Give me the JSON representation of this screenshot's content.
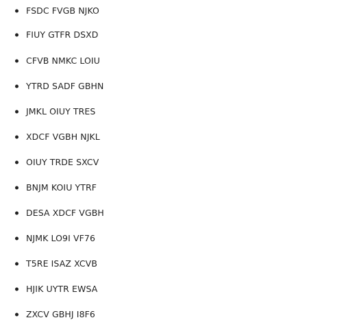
{
  "list": {
    "items": [
      {
        "label": "FSDC FVGB NJKO"
      },
      {
        "label": "FIUY GTFR DSXD"
      },
      {
        "label": "CFVB NMKC LOIU"
      },
      {
        "label": "YTRD SADF GBHN"
      },
      {
        "label": "JMKL OIUY TRES"
      },
      {
        "label": "XDCF VGBH NJKL"
      },
      {
        "label": "OIUY TRDE SXCV"
      },
      {
        "label": "BNJM KOIU YTRF"
      },
      {
        "label": "DESA XDCF VGBH"
      },
      {
        "label": "NJMK LO9I VF76"
      },
      {
        "label": "T5RE ISAZ XCVB"
      },
      {
        "label": "HJIK UYTR EWSA"
      },
      {
        "label": "ZXCV GBHJ I8F6"
      }
    ]
  },
  "colors": {
    "text": "#222222",
    "background": "#ffffff"
  }
}
